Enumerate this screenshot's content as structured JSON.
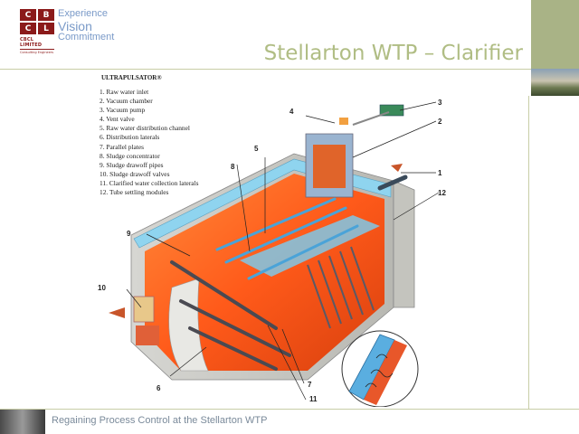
{
  "logo": {
    "letters": [
      "C",
      "B",
      "C",
      "L"
    ],
    "name": "CBCL LIMITED",
    "sub": "Consulting Engineers"
  },
  "tagline": [
    "Experience",
    "Vision",
    "Commitment"
  ],
  "title": "Stellarton WTP – Clarifier",
  "diagram": {
    "heading": "ULTRAPULSATOR®",
    "legend": [
      "1.  Raw water inlet",
      "2.  Vacuum chamber",
      "3.  Vacuum pump",
      "4.  Vent valve",
      "5.  Raw water distribution channel",
      "6.  Distribution laterals",
      "7.  Parallel plates",
      "8.  Sludge concentrator",
      "9.  Sludge drawoff pipes",
      "10.  Sludge drawoff valves",
      "11.  Clarified water collection laterals",
      "12.  Tube settling modules"
    ],
    "callouts": [
      "1",
      "2",
      "3",
      "4",
      "5",
      "6",
      "7",
      "8",
      "9",
      "10",
      "11",
      "12"
    ]
  },
  "footer": "Regaining Process Control at the Stellarton WTP",
  "colors": {
    "accent_title": "#b0bd84",
    "tagline": "#7a9ac8",
    "olive": "#a9b386",
    "logo": "#8b1a1a"
  }
}
